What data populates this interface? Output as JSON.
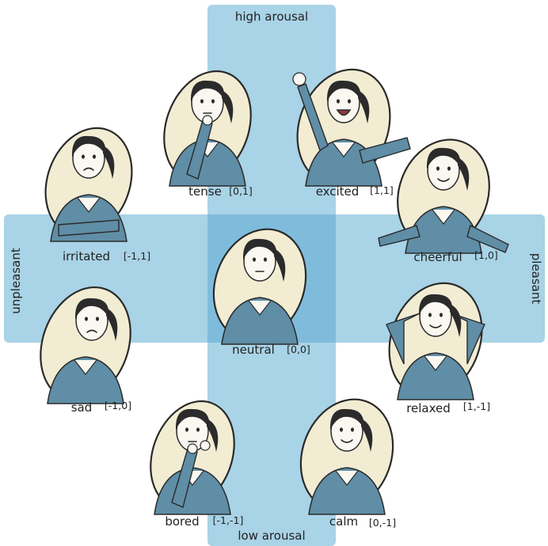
{
  "colors": {
    "band": "#a9d3e6",
    "center": "#7fbcdc",
    "oval_fill": "#f2ecd3",
    "outline": "#2a2a2a",
    "shirt": "#5f8ea6",
    "skin": "#fbf7f1",
    "hair": "#2b2b2b"
  },
  "axes": {
    "top": "high arousal",
    "bottom": "low arousal",
    "left": "unpleasant",
    "right": "pleasant"
  },
  "emotions": [
    {
      "id": "tense",
      "name": "tense",
      "coord": "[0,1]"
    },
    {
      "id": "excited",
      "name": "excited",
      "coord": "[1,1]"
    },
    {
      "id": "irritated",
      "name": "irritated",
      "coord": "[-1,1]"
    },
    {
      "id": "neutral",
      "name": "neutral",
      "coord": "[0,0]"
    },
    {
      "id": "cheerful",
      "name": "cheerful",
      "coord": "[1,0]"
    },
    {
      "id": "sad",
      "name": "sad",
      "coord": "[-1,0]"
    },
    {
      "id": "relaxed",
      "name": "relaxed",
      "coord": "[1,-1]"
    },
    {
      "id": "bored",
      "name": "bored",
      "coord": "[-1,-1]"
    },
    {
      "id": "calm",
      "name": "calm",
      "coord": "[0,-1]"
    }
  ]
}
